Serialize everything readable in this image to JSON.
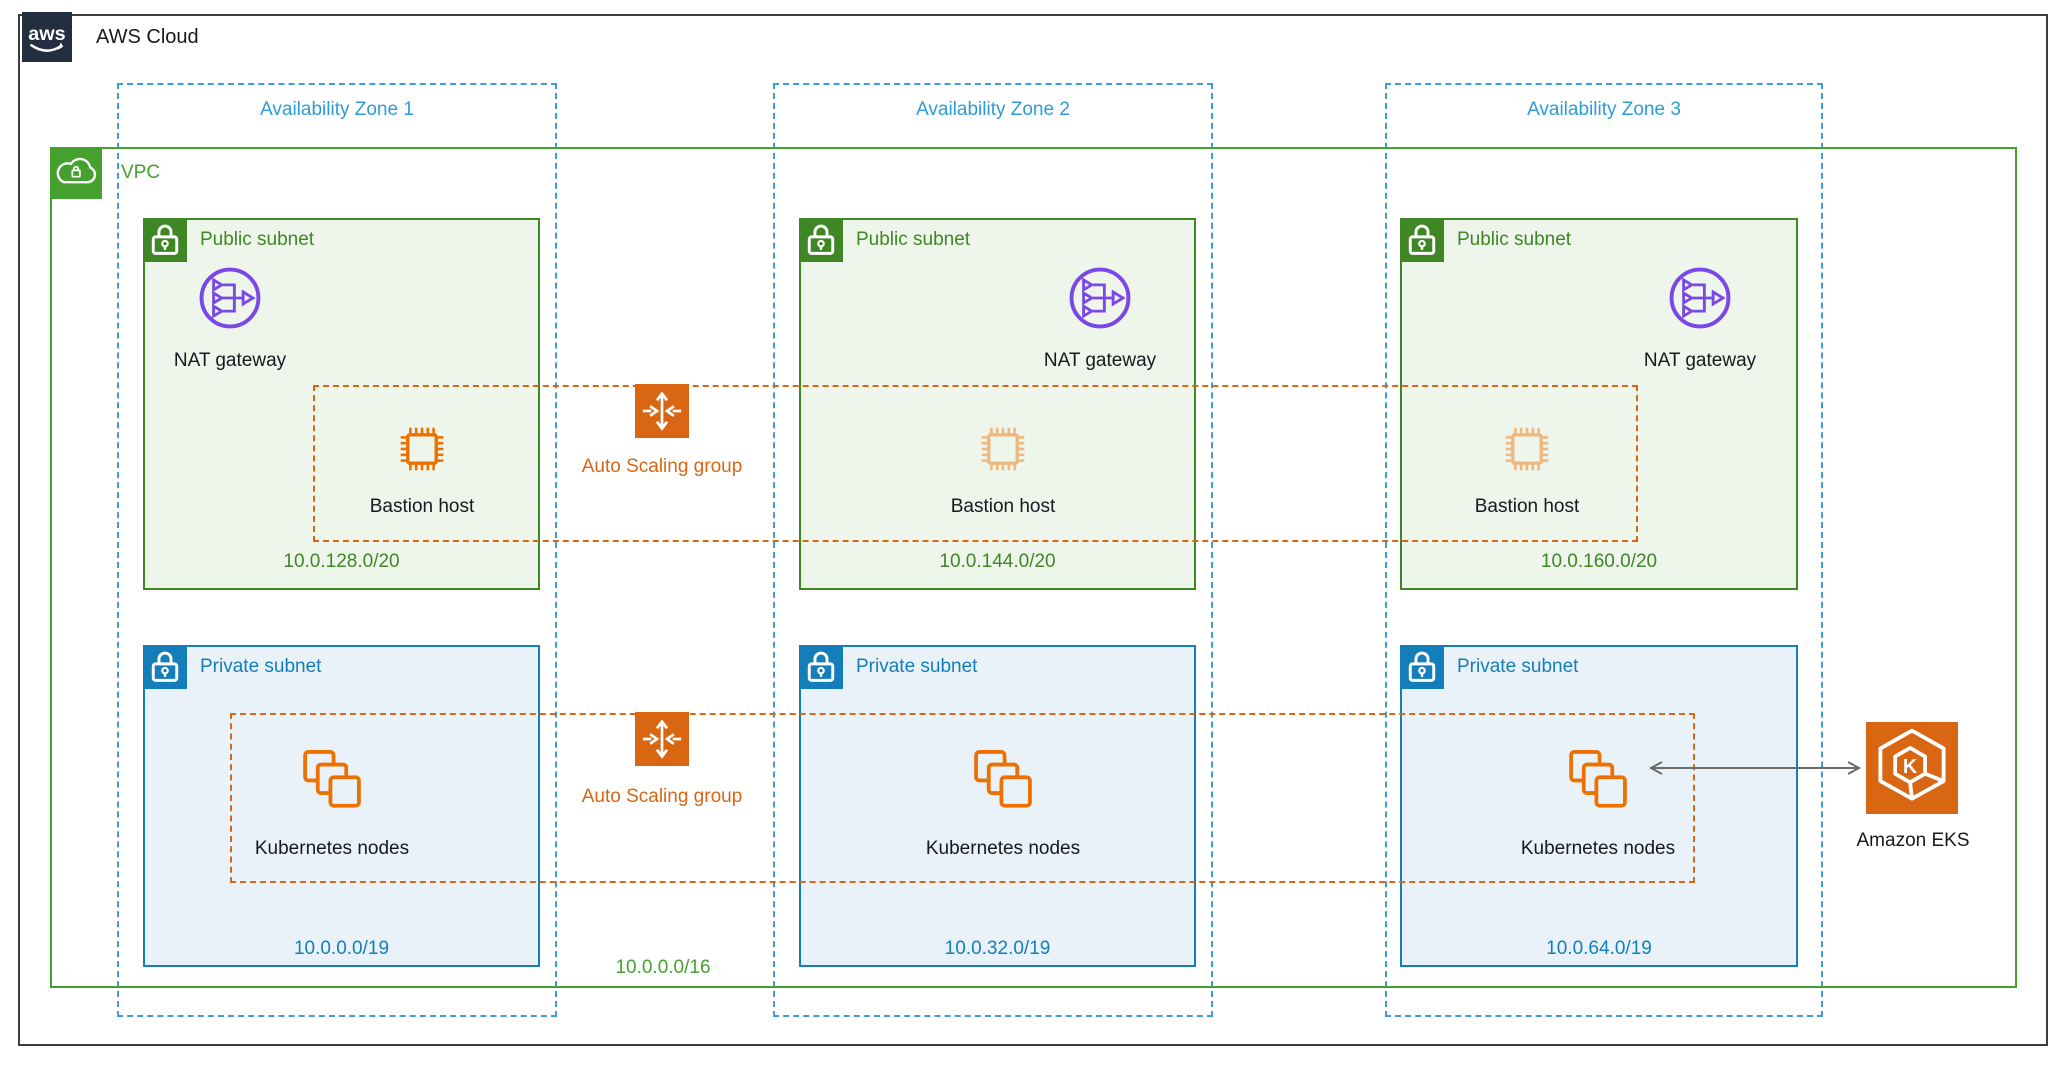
{
  "header": {
    "logo": "aws",
    "title": "AWS Cloud"
  },
  "vpc": {
    "label": "VPC",
    "cidr": "10.0.0.0/16"
  },
  "availability_zones": [
    {
      "label": "Availability Zone 1",
      "public_subnet": {
        "label": "Public subnet",
        "cidr": "10.0.128.0/20",
        "nat_gateway": "NAT gateway",
        "bastion_host": "Bastion host"
      },
      "private_subnet": {
        "label": "Private subnet",
        "cidr": "10.0.0.0/19",
        "kubernetes_nodes": "Kubernetes nodes"
      }
    },
    {
      "label": "Availability Zone 2",
      "public_subnet": {
        "label": "Public subnet",
        "cidr": "10.0.144.0/20",
        "nat_gateway": "NAT gateway",
        "bastion_host": "Bastion host"
      },
      "private_subnet": {
        "label": "Private subnet",
        "cidr": "10.0.32.0/19",
        "kubernetes_nodes": "Kubernetes nodes"
      }
    },
    {
      "label": "Availability Zone 3",
      "public_subnet": {
        "label": "Public subnet",
        "cidr": "10.0.160.0/20",
        "nat_gateway": "NAT gateway",
        "bastion_host": "Bastion host"
      },
      "private_subnet": {
        "label": "Private subnet",
        "cidr": "10.0.64.0/19",
        "kubernetes_nodes": "Kubernetes nodes"
      }
    }
  ],
  "auto_scaling_groups": [
    {
      "label": "Auto Scaling group"
    },
    {
      "label": "Auto Scaling group"
    }
  ],
  "eks": {
    "label": "Amazon EKS"
  },
  "colors": {
    "aws_dark": "#232F3E",
    "subnet_green": "#3F8624",
    "vpc_green": "#44A12E",
    "private_blue": "#147EBA",
    "az_blue": "#2E9BD6",
    "asg_orange": "#D86613",
    "icon_orange": "#ED7100",
    "nat_purple": "#7B48E8",
    "text_black": "#16191F",
    "arrow_gray": "#6B6B6B"
  }
}
